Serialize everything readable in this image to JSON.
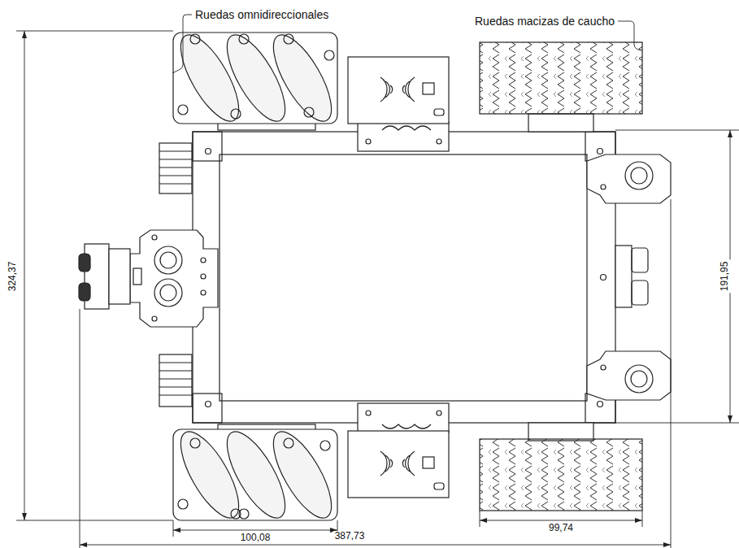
{
  "diagram": {
    "labels": [
      "Ruedas omnidireccionales",
      "Ruedas macizas de caucho",
      "324,37",
      "191,95",
      "100,08",
      "387,73",
      "99,74"
    ]
  }
}
